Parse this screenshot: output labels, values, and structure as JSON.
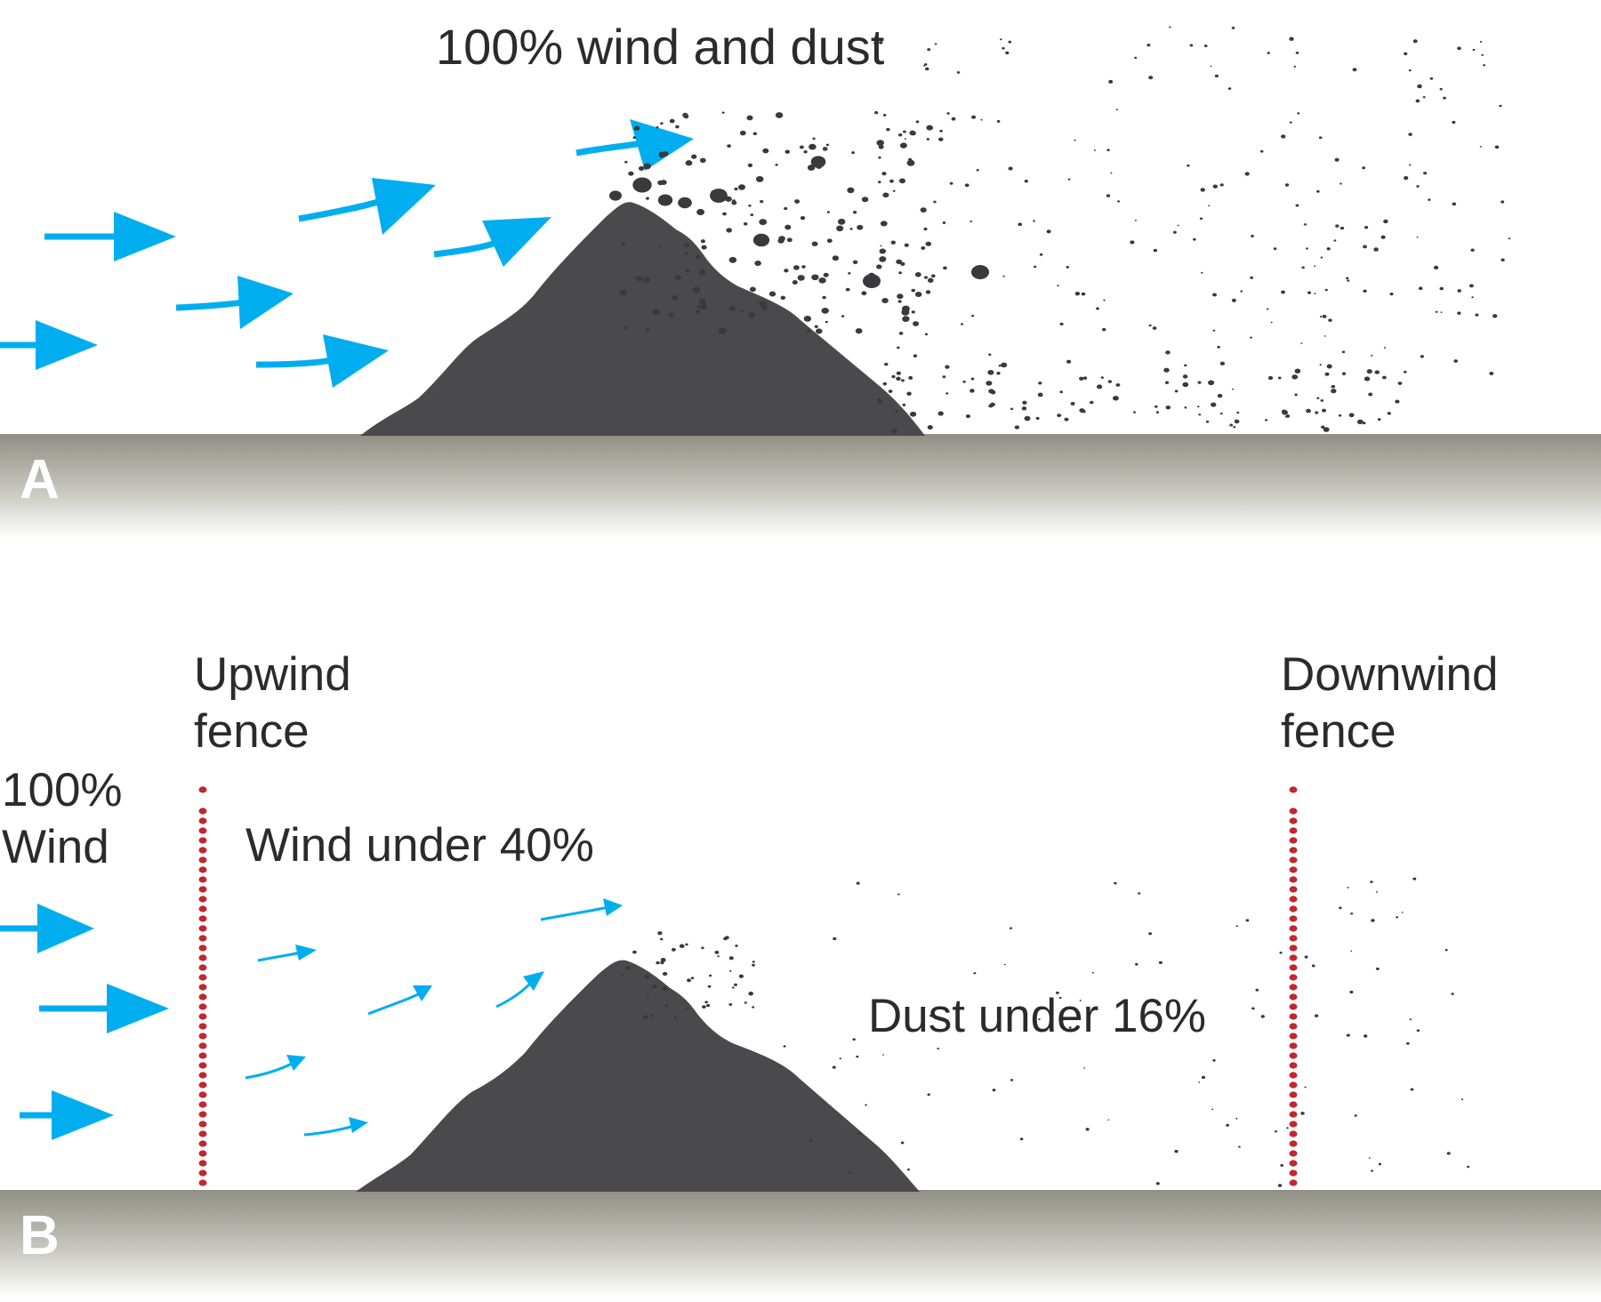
{
  "panel_a": {
    "letter": "A",
    "label_wind_dust": "100% wind and dust"
  },
  "panel_b": {
    "letter": "B",
    "label_upwind_fence": [
      "Upwind",
      "fence"
    ],
    "label_downwind_fence": [
      "Downwind",
      "fence"
    ],
    "label_wind_in": [
      "100%",
      "Wind"
    ],
    "label_wind_reduced": "Wind under 40%",
    "label_dust_reduced": "Dust under 16%"
  },
  "colors": {
    "wind_arrow": "#00aeef",
    "stockpile": "#4a4a4c",
    "ground_top": "#8f8f85",
    "ground_bottom": "#ffffff",
    "fence": "#c1272d",
    "dust": "#3a3a3c",
    "text": "#2b2b2b"
  },
  "icons": {
    "wind": "wind-arrow-icon",
    "fence": "dotted-fence-icon",
    "stockpile": "stockpile-mound-icon"
  }
}
